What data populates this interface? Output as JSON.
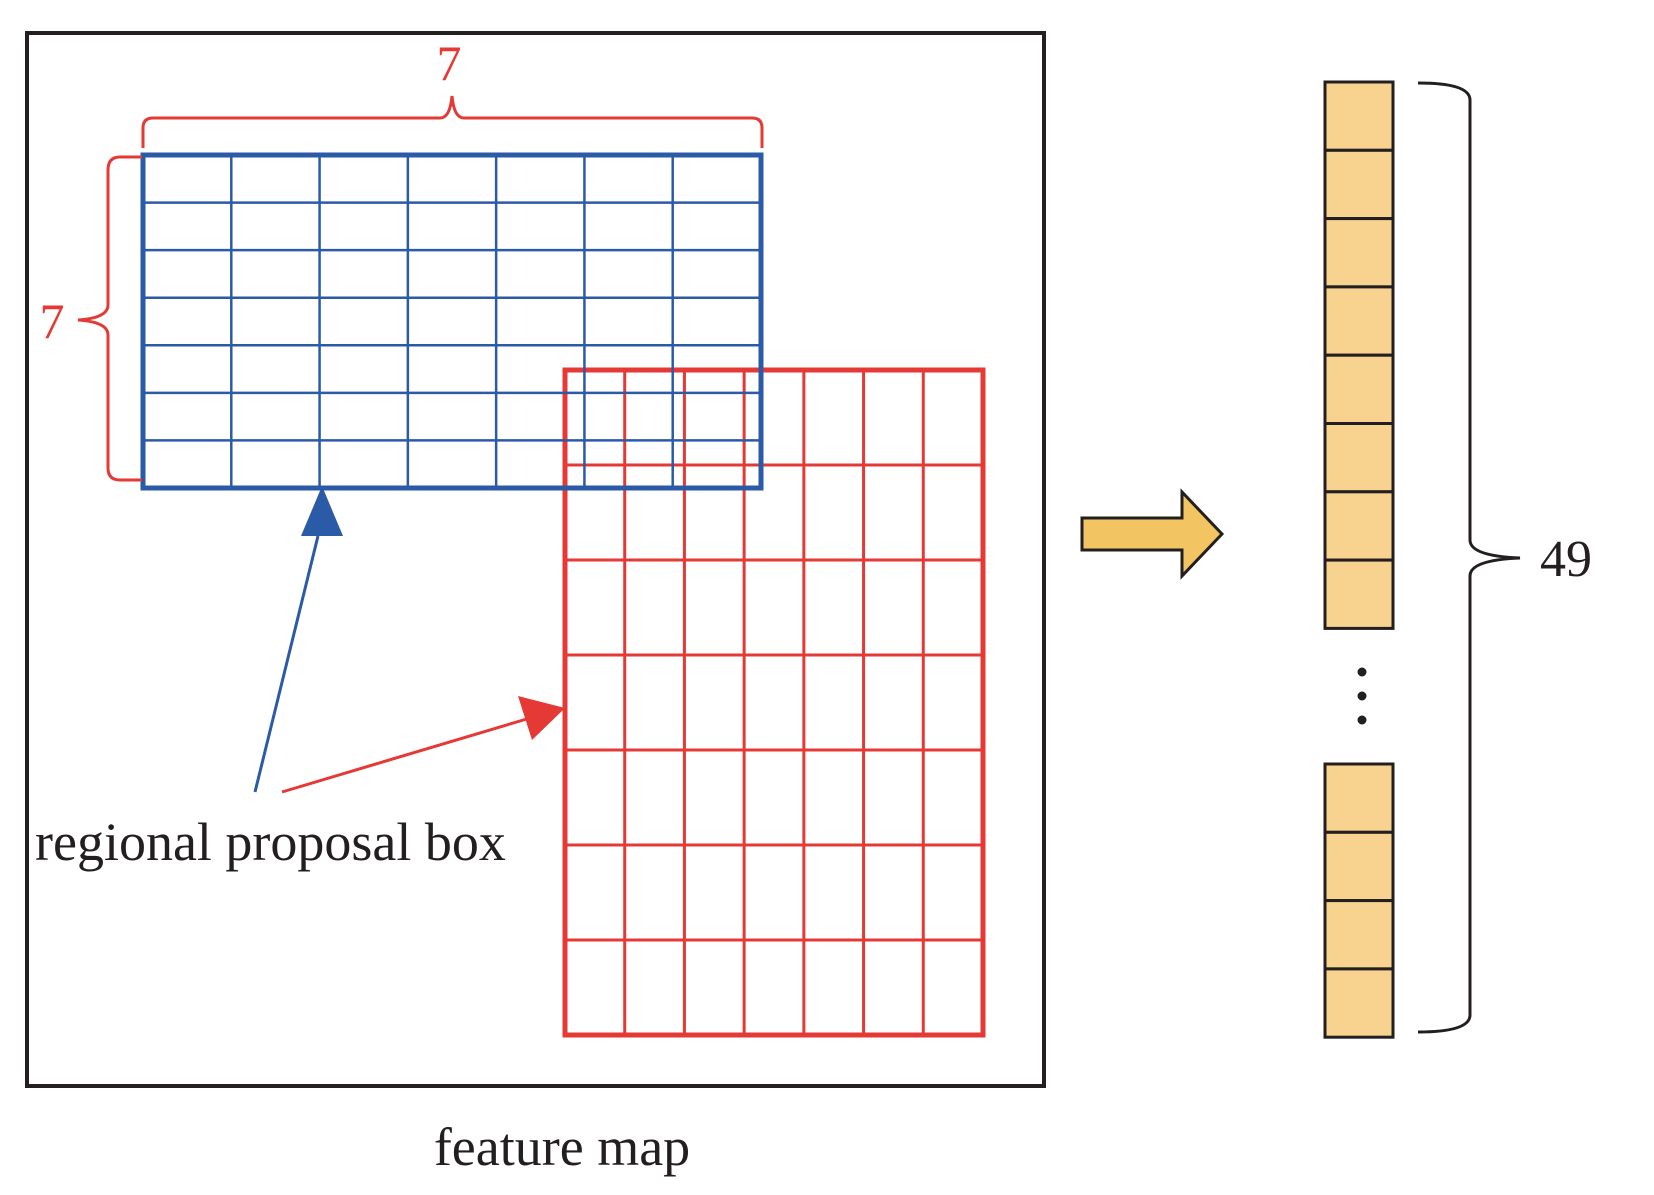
{
  "labels": {
    "top_dim": "7",
    "left_dim": "7",
    "proposal_label": "regional proposal box",
    "feature_map_label": "feature map",
    "vector_count": "49"
  },
  "grids": {
    "blue": {
      "rows": 7,
      "cols": 7
    },
    "red": {
      "rows": 7,
      "cols": 7
    }
  },
  "vector": {
    "top_cells": 8,
    "bottom_cells": 4
  },
  "colors": {
    "frame": "#231f20",
    "blue_grid": "#2b5aa6",
    "red_grid": "#e53935",
    "bracket_red": "#e53935",
    "dim_text": "#e53935",
    "cell_fill": "#f8d38f",
    "cell_border": "#231f20",
    "arrow_fill": "#f3c462",
    "arrow_stroke": "#231f20",
    "text": "#231f20"
  }
}
